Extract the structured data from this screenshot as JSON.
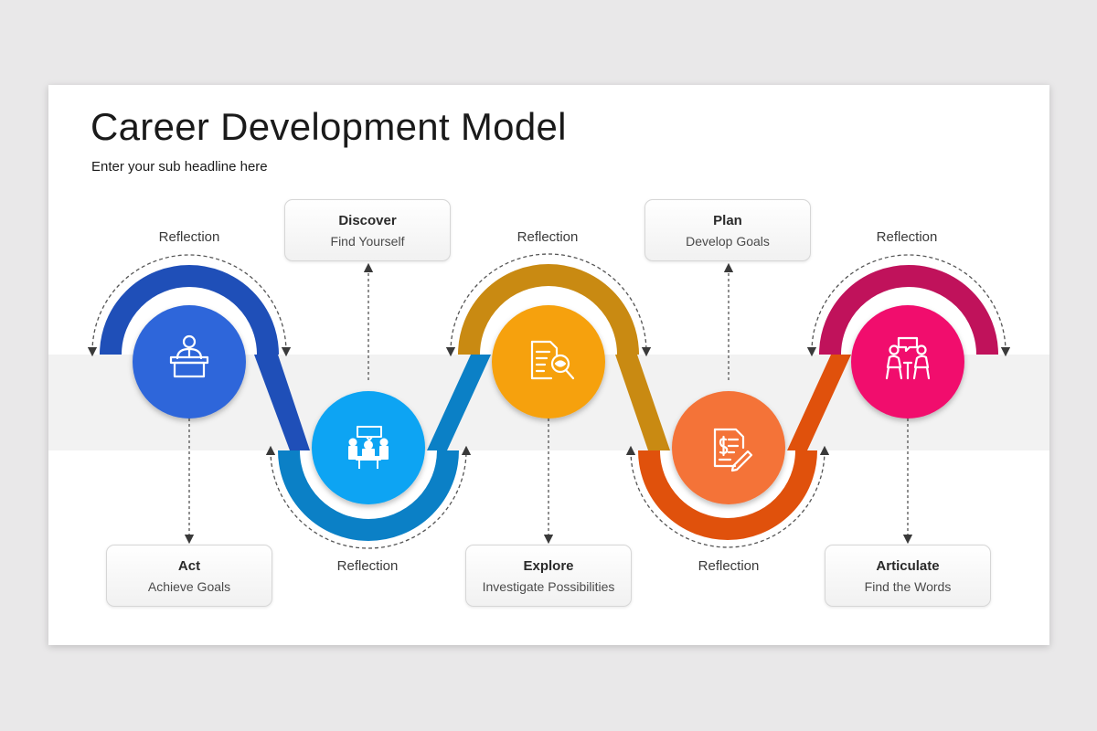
{
  "title": "Career Development Model",
  "subtitle": "Enter your sub headline here",
  "steps": [
    {
      "title": "Act",
      "subtitle": "Achieve Goals",
      "reflection": "Reflection",
      "color": "#2f66da",
      "ring_color": "#1f4fb8",
      "icon": "podium-speaker-icon"
    },
    {
      "title": "Discover",
      "subtitle": "Find Yourself",
      "reflection": "Reflection",
      "color": "#09a4f3",
      "ring_color": "#0b80c6",
      "icon": "meeting-table-icon"
    },
    {
      "title": "Explore",
      "subtitle": "Investigate Possibilities",
      "reflection": "Reflection",
      "color": "#f6a10f",
      "ring_color": "#c98a12",
      "icon": "document-search-icon"
    },
    {
      "title": "Plan",
      "subtitle": "Develop Goals",
      "reflection": "Reflection",
      "color": "#f47338",
      "ring_color": "#e0510c",
      "icon": "invoice-pen-icon"
    },
    {
      "title": "Articulate",
      "subtitle": "Find the Words",
      "reflection": "Reflection",
      "color": "#f10d6d",
      "ring_color": "#c0125b",
      "icon": "conversation-icon"
    }
  ]
}
